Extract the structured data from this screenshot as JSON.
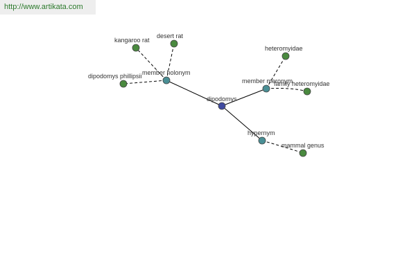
{
  "header": {
    "url": "http://www.artikata.com"
  },
  "graph": {
    "nodes": {
      "root": {
        "label": "dipodomys",
        "color": "#3f4aa0"
      },
      "member_holonym": {
        "label": "member holonym",
        "color": "#4a8f95"
      },
      "member_meronym": {
        "label": "member meronym",
        "color": "#4a8f95"
      },
      "hypernym": {
        "label": "hypernym",
        "color": "#4a8f95"
      },
      "kangaroo_rat": {
        "label": "kangaroo rat",
        "color": "#4a8a3f"
      },
      "desert_rat": {
        "label": "desert rat",
        "color": "#4a8a3f"
      },
      "dipodomys_phillipsii": {
        "label": "dipodomys phillipsii",
        "color": "#4a8a3f"
      },
      "heteromyidae": {
        "label": "heteromyidae",
        "color": "#4a8a3f"
      },
      "family_heteromyidae": {
        "label": "family heteromyidae",
        "color": "#4a8a3f"
      },
      "mammal_genus": {
        "label": "mammal genus",
        "color": "#4a8a3f"
      }
    }
  }
}
